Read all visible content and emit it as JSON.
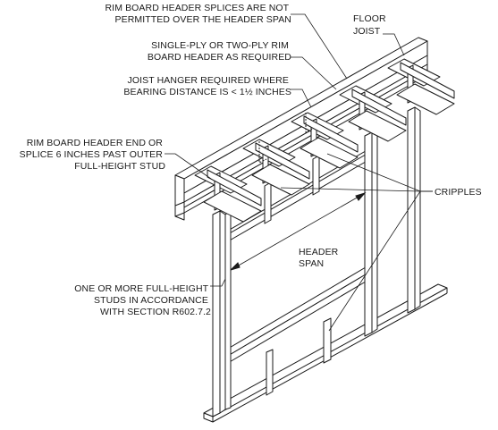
{
  "labels": {
    "splice_note": {
      "line1": "RIM BOARD HEADER SPLICES ARE NOT",
      "line2": "PERMITTED OVER THE HEADER SPAN"
    },
    "floor_joist": {
      "line1": "FLOOR",
      "line2": "JOIST"
    },
    "ply_note": {
      "line1": "SINGLE-PLY OR TWO-PLY RIM",
      "line2": "BOARD HEADER AS REQUIRED"
    },
    "hanger_note": {
      "line1": "JOIST HANGER REQUIRED WHERE",
      "line2": "BEARING DISTANCE IS < 1½ INCHES"
    },
    "end_note": {
      "line1": "RIM BOARD HEADER END OR",
      "line2": "SPLICE 6 INCHES PAST OUTER",
      "line3": "FULL-HEIGHT STUD"
    },
    "cripples": "CRIPPLES",
    "header_span": {
      "line1": "HEADER",
      "line2": "SPAN"
    },
    "studs_note": {
      "line1": "ONE OR MORE FULL-HEIGHT",
      "line2": "STUDS IN ACCORDANCE",
      "line3": "WITH SECTION R602.7.2"
    }
  }
}
